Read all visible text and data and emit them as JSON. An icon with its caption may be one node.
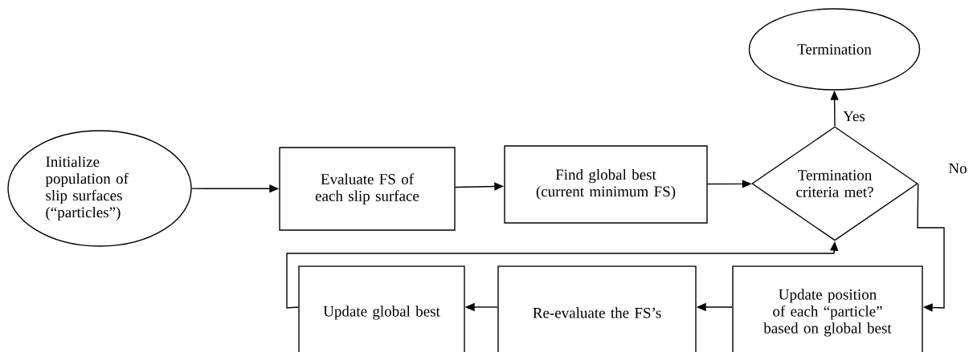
{
  "diagram": {
    "nodes": [
      {
        "text": [
          "Initialize population of slip surfaces (“particles”)"
        ]
      },
      {
        "text": [
          "Evaluate FS of each slip surface"
        ]
      },
      {
        "text": [
          "Find global best (current minimum FS)"
        ]
      },
      {
        "text": [
          "Termination criteria met?"
        ]
      },
      {
        "text": [
          "Termination"
        ]
      },
      {
        "text": [
          "Update position of each “particle” based on global best"
        ]
      },
      {
        "text": [
          "Re-evaluate the FS’s"
        ]
      },
      {
        "text": [
          "Update global best"
        ]
      }
    ],
    "edges": [
      {
        "from": 0,
        "to": 1,
        "arrow": "to"
      },
      {
        "from": 1,
        "to": 2,
        "arrow": "to"
      },
      {
        "from": 2,
        "to": 3,
        "arrow": "to"
      },
      {
        "from": 3,
        "to": 4,
        "arrow": "to",
        "label": "Yes"
      },
      {
        "from": 3,
        "to": 5,
        "arrow": "to",
        "label": "No"
      },
      {
        "from": 5,
        "to": 6,
        "arrow": "to"
      },
      {
        "from": 6,
        "to": 7,
        "arrow": "to"
      },
      {
        "from": 7,
        "to": 3,
        "arrow": "to"
      }
    ]
  }
}
